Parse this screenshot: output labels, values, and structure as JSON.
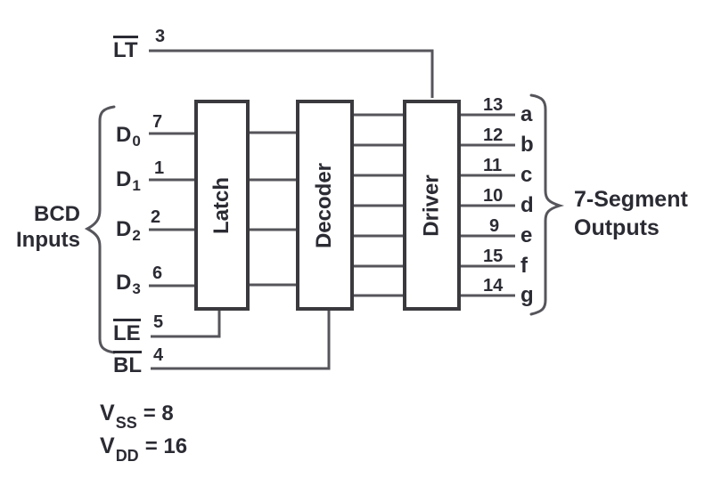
{
  "colors": {
    "wire": "#55555b",
    "block_border": "#3a3a3e",
    "text": "#2b2b34",
    "background": "#ffffff"
  },
  "lamp_test": {
    "name": "LT",
    "pin": "3"
  },
  "input_group": {
    "line1": "BCD",
    "line2": "Inputs"
  },
  "inputs": [
    {
      "name": "D",
      "sub": "0",
      "pin": "7"
    },
    {
      "name": "D",
      "sub": "1",
      "pin": "1"
    },
    {
      "name": "D",
      "sub": "2",
      "pin": "2"
    },
    {
      "name": "D",
      "sub": "3",
      "pin": "6"
    },
    {
      "name": "LE",
      "pin": "5"
    },
    {
      "name": "BL",
      "pin": "4"
    }
  ],
  "blocks": [
    {
      "label": "Latch"
    },
    {
      "label": "Decoder"
    },
    {
      "label": "Driver"
    }
  ],
  "outputs": [
    {
      "pin": "13",
      "segment": "a"
    },
    {
      "pin": "12",
      "segment": "b"
    },
    {
      "pin": "11",
      "segment": "c"
    },
    {
      "pin": "10",
      "segment": "d"
    },
    {
      "pin": "9",
      "segment": "e"
    },
    {
      "pin": "15",
      "segment": "f"
    },
    {
      "pin": "14",
      "segment": "g"
    }
  ],
  "output_group": {
    "line1": "7-Segment",
    "line2": "Outputs"
  },
  "power": [
    {
      "name": "V",
      "sub": "SS",
      "value": "= 8"
    },
    {
      "name": "V",
      "sub": "DD",
      "value": "= 16"
    }
  ]
}
